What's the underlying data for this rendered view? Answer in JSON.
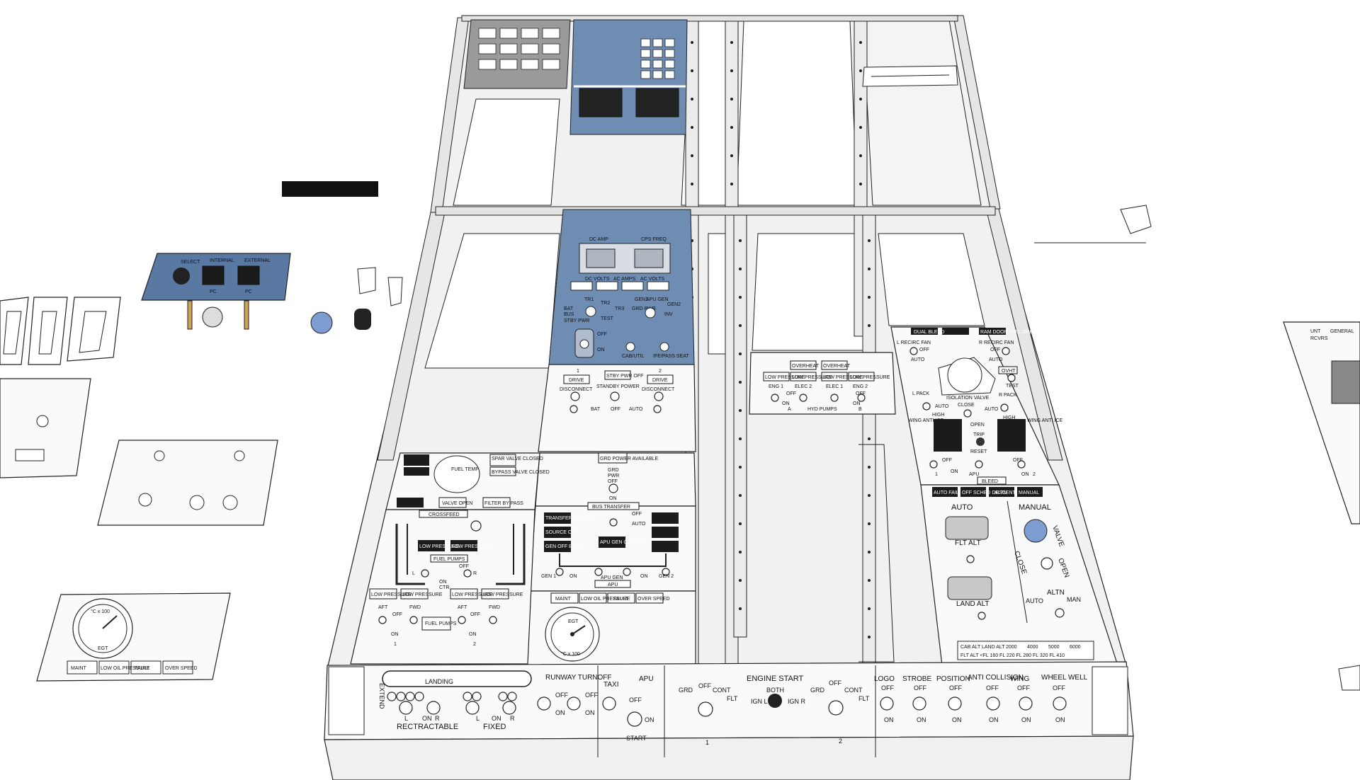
{
  "colors": {
    "panel_blue": "#6f8db3",
    "panel_gray": "#9a9a9a",
    "line": "#222222",
    "background": "#ffffff"
  },
  "electrical": {
    "dc_amp": "DC AMP",
    "cps_freq": "CPS FREQ",
    "dc_volts": "DC VOLTS",
    "ac_amps": "AC AMPS",
    "ac_volts": "AC VOLTS",
    "tr1": "TR1",
    "tr2": "TR2",
    "tr3": "TR3",
    "bat": "BAT",
    "bat_bus": "BUS",
    "test": "TEST",
    "stby_pwr": "STBY PWR",
    "gen1": "GEN1",
    "apu_gen": "APU GEN",
    "gen2": "GEN2",
    "grd_pwr": "GRD PWR",
    "inv": "INV",
    "off": "OFF",
    "on": "ON",
    "cab_util": "CAB/UTIL",
    "ife_pass_seat": "IFE/PASS SEAT"
  },
  "standby_power": {
    "left_num": "1",
    "right_num": "2",
    "drive": "DRIVE",
    "stby_pwr_off": "STBY PWR OFF",
    "disconnect": "DISCONNECT",
    "standby_power": "STANDBY POWER",
    "bat": "BAT",
    "off": "OFF",
    "auto": "AUTO"
  },
  "ground_power": {
    "grd_power_available": "GRD POWER AVAILABLE",
    "grd": "GRD",
    "pwr": "PWR",
    "off": "OFF",
    "on": "ON"
  },
  "bus_transfer": {
    "title": "BUS TRANSFER",
    "trans_bus_off": "TRANSFER BUS OFF",
    "source_off": "SOURCE OFF",
    "gen_off_bus": "GEN OFF BUS",
    "apu_gen_off_bus": "APU GEN OFF BUS",
    "off": "OFF",
    "auto": "AUTO",
    "gen1": "GEN 1",
    "on": "ON",
    "apu_gen": "APU GEN",
    "gen2": "GEN 2",
    "apu": "APU"
  },
  "apu_panel": {
    "maint": "MAINT",
    "low_oil_pressure": "LOW OIL PRESSURE",
    "fault": "FAULT",
    "over_speed": "OVER SPEED",
    "egt": "EGT",
    "scale": "°C x 100"
  },
  "fuel": {
    "fuel_temp": "FUEL TEMP",
    "valve_open": "VALVE OPEN",
    "spar_valve_closed": "SPAR VALVE CLOSED",
    "bypass_valve_closed": "BYPASS VALVE CLOSED",
    "filter_bypass": "FILTER BY PASS",
    "crossfeed": "CROSSFEED",
    "low_pressure": "LOW PRESSURE",
    "fuel_pumps": "FUEL PUMPS",
    "off": "OFF",
    "on": "ON",
    "ctr": "CTR",
    "l": "L",
    "r": "R",
    "aft": "AFT",
    "fwd": "FWD",
    "one": "1",
    "two": "2"
  },
  "hydraulics": {
    "overheat": "OVERHEAT",
    "low_pressure": "LOW PRESSURE",
    "eng1": "ENG 1",
    "elec2": "ELEC 2",
    "elec1": "ELEC 1",
    "eng2": "ENG 2",
    "off": "OFF",
    "on": "ON",
    "a": "A",
    "b": "B",
    "hyd_pumps": "HYD PUMPS"
  },
  "bleed": {
    "dual_bleed": "DUAL BLEED",
    "ram_door_full_open": "RAM DOOR FULL OPEN",
    "l_recirc_fan": "L RECIRC FAN",
    "r_recirc_fan": "R RECIRC FAN",
    "auto": "AUTO",
    "off": "OFF",
    "ovht": "OVHT",
    "test": "TEST",
    "l_pack": "L PACK",
    "r_pack": "R PACK",
    "isolation_valve": "ISOLATION VALVE",
    "close": "CLOSE",
    "open": "OPEN",
    "high": "HIGH",
    "wing_anti_ice": "WING ANTI ICE",
    "trip": "TRIP",
    "reset": "RESET",
    "apu": "APU",
    "on": "ON",
    "one": "1",
    "two": "2",
    "bleed": "BLEED"
  },
  "pressurization": {
    "auto_fail": "AUTO FAIL",
    "off_sched_descent": "OFF SCHED DESCENT",
    "altn": "ALTN",
    "manual": "MANUAL",
    "auto": "AUTO",
    "flt_alt": "FLT ALT",
    "land_alt": "LAND ALT",
    "valve": "VALVE",
    "open": "OPEN",
    "close": "CLOSE",
    "altn_switch": "ALTN",
    "auto_pos": "AUTO",
    "man": "MAN",
    "placard_head": [
      "CAB ALT",
      "LAND ALT",
      "2000",
      "4000",
      "5000",
      "6000"
    ],
    "placard_row": "FLT ALT   <FL 160   FL 220   FL 280   FL 320   FL 410"
  },
  "lights": {
    "landing": "LANDING",
    "retractable": "RECTRACTABLE",
    "fixed": "FIXED",
    "l": "L",
    "on": "ON",
    "r": "R",
    "extend": "EXTEND",
    "runway_turnoff": "RUNWAY TURNOFF",
    "off": "OFF",
    "taxi": "TAXI",
    "logo": "LOGO",
    "strobe": "STROBE",
    "position": "POSITION",
    "anti_collision": "ANTI COLLISION",
    "wing": "WING",
    "wheel_well": "WHEEL WELL"
  },
  "apu_switch": {
    "title": "APU",
    "off": "OFF",
    "on": "ON",
    "start": "START"
  },
  "engine_start": {
    "title": "ENGINE START",
    "grd": "GRD",
    "off": "OFF",
    "cont": "CONT",
    "flt": "FLT",
    "both": "BOTH",
    "ign_l": "IGN L",
    "ign_r": "IGN R",
    "one": "1",
    "two": "2"
  },
  "comm_panel": {
    "select": "SELECT",
    "internal": "INTERNAL",
    "external": "EXTERNAL",
    "pc1": "PC",
    "pc2": "PC"
  },
  "egt_panel": {
    "egt": "EGT",
    "scale": "°C x 100",
    "labels": [
      "MAINT",
      "LOW OIL PRESSURE",
      "FAULT",
      "OVER SPEED"
    ]
  },
  "right_panel": {
    "labels": [
      "UNT",
      "GENERAL",
      "RCVRS"
    ]
  }
}
